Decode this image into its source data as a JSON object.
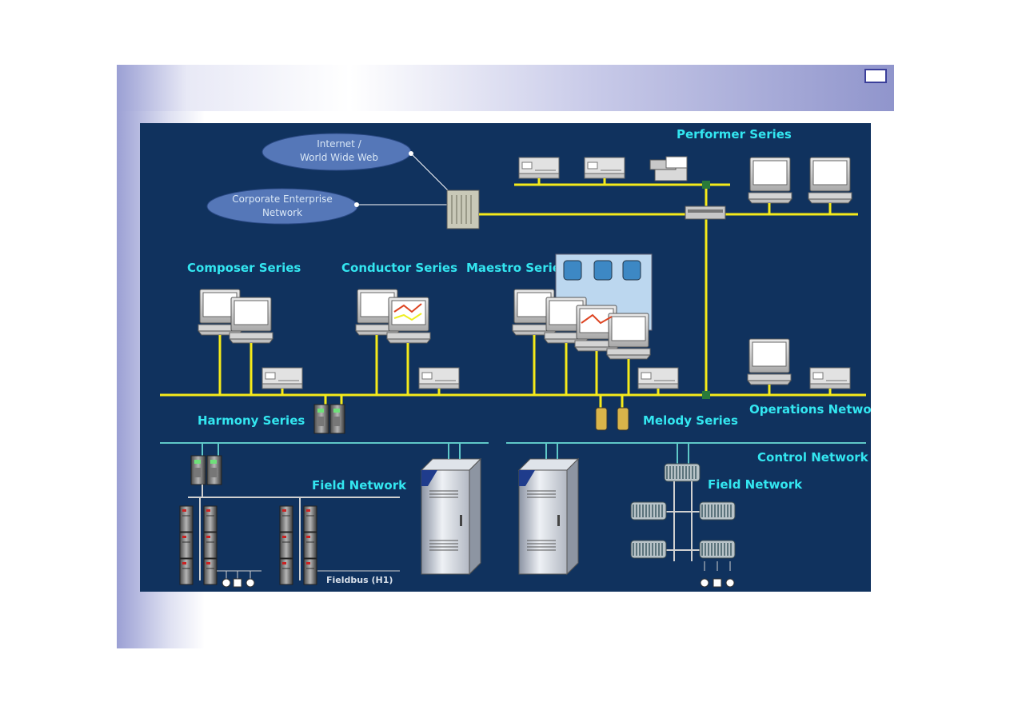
{
  "diagram": {
    "cloud_internet": [
      "Internet /",
      "World Wide Web"
    ],
    "cloud_corporate": [
      "Corporate Enterprise",
      "Network"
    ],
    "series": {
      "performer": "Performer Series",
      "composer": "Composer Series",
      "conductor": "Conductor Series",
      "maestro": "Maestro Series",
      "harmony": "Harmony Series",
      "melody": "Melody Series"
    },
    "networks": {
      "operations": "Operations Network",
      "control": "Control Network",
      "field_left": "Field Network",
      "field_right": "Field Network",
      "fieldbus": "Fieldbus (H1)"
    },
    "colors": {
      "background": "#10325e",
      "label": "#33e6f0",
      "bus_yellow": "#f5ea1a",
      "control_bus": "#5fc8c8"
    },
    "icons": [
      "pc-workstation-icon",
      "printer-icon",
      "server-icon",
      "hub-icon",
      "controller-module-icon",
      "cabinet-icon",
      "io-rack-icon",
      "field-device-icon"
    ]
  }
}
